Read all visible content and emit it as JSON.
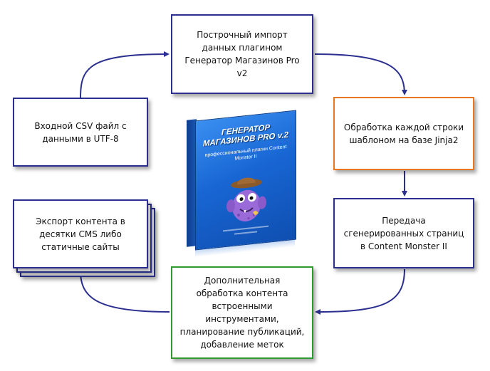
{
  "diagram": {
    "import_box": "Построчный импорт данных плагином Генератор Магазинов Pro v2",
    "csv_box": "Входной CSV файл с данными в UTF-8",
    "jinja_box": "Обработка каждой строки шаблоном на базе Jinja2",
    "cm_box": "Передача сгенерированных страниц в Content Monster II",
    "extra_box": "Дополнительная обработка контента встроенными инструментами, планирование публикаций, добавление меток",
    "export_box": "Экспорт контента в десятки CMS либо статичные сайты"
  },
  "product": {
    "title": "ГЕНЕРАТОР МАГАЗИНОВ PRO v.2",
    "subtitle": "профессиональный плагин Content Monster II"
  },
  "colors": {
    "blue": "#2b2f8f",
    "orange": "#e87722",
    "green": "#2f9a2f",
    "arrow": "#2b2f8f"
  }
}
